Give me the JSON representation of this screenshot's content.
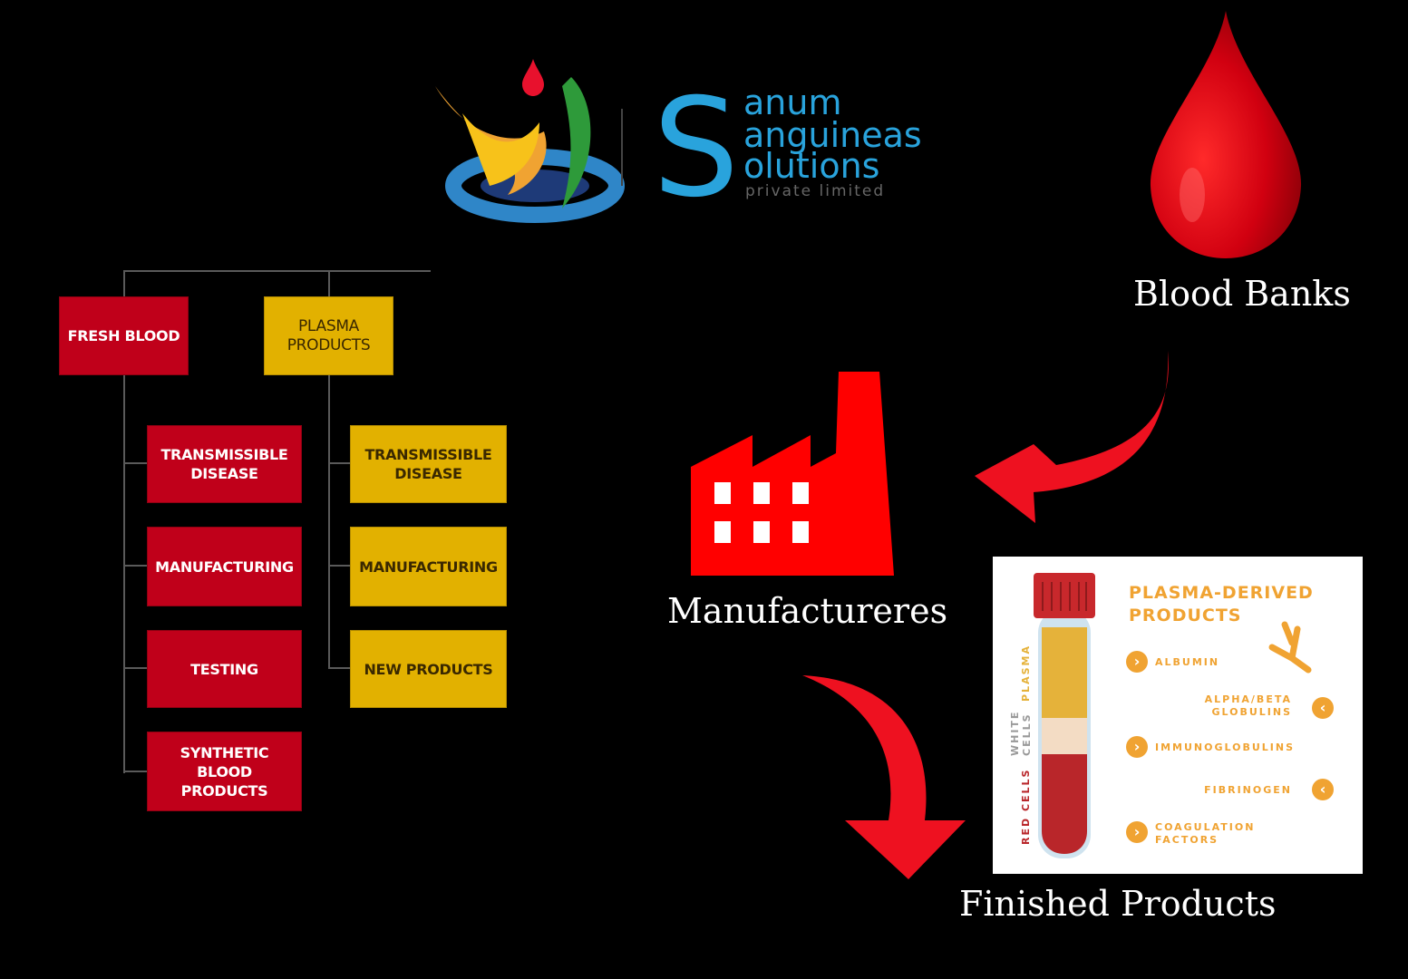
{
  "logo": {
    "line1": "anum",
    "line2": "anguineas",
    "line3": "olutions",
    "tagline": "private limited",
    "initial": "S"
  },
  "tree": {
    "fresh_blood": "FRESH BLOOD",
    "plasma_products": "PLASMA\nPRODUCTS",
    "red_children": [
      "TRANSMISSIBLE\nDISEASE",
      "MANUFACTURING",
      "TESTING",
      "SYNTHETIC BLOOD\nPRODUCTS"
    ],
    "gold_children": [
      "TRANSMISSIBLE\nDISEASE",
      "MANUFACTURING",
      "NEW PRODUCTS"
    ]
  },
  "flow": {
    "blood_banks": "Blood Banks",
    "manufacturers": "Manufactureres",
    "finished_products": "Finished Products"
  },
  "infographic": {
    "title": "PLASMA-DERIVED\nPRODUCTS",
    "items": [
      "ALBUMIN",
      "ALPHA/BETA\nGLOBULINS",
      "IMMUNOGLOBULINS",
      "FIBRINOGEN",
      "COAGULATION\nFACTORS"
    ],
    "tube_labels": {
      "plasma": "PLASMA",
      "white_cells": "WHITE\nCELLS",
      "red_cells": "RED CELLS"
    }
  },
  "colors": {
    "red": "#c0001a",
    "gold": "#e2b100",
    "arrow": "#ee1120",
    "accent": "#f0a332",
    "brand_blue": "#29a3dc"
  }
}
